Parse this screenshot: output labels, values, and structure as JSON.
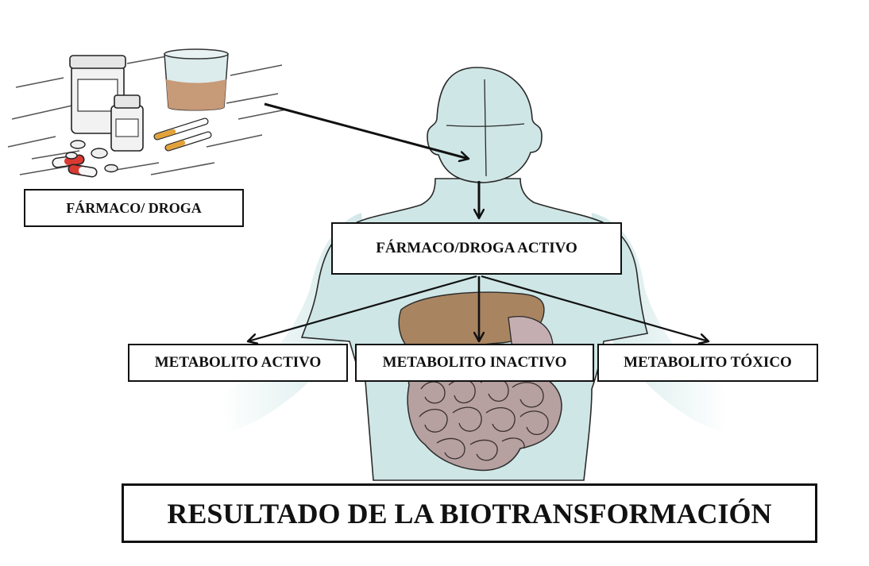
{
  "labels": {
    "drug": "FÁRMACO/ DROGA",
    "active_drug": "FÁRMACO/DROGA ACTIVO",
    "metabolite_active": "METABOLITO ACTIVO",
    "metabolite_inactive": "METABOLITO INACTIVO",
    "metabolite_toxic": "METABOLITO TÓXICO",
    "result": "RESULTADO DE LA BIOTRANSFORMACIÓN"
  },
  "colors": {
    "body": "#cfe6e6",
    "liver": "#a88461",
    "intestine": "#b6a0a0",
    "stomach": "#c5aeb1",
    "outline": "#222222",
    "box_border": "#111111"
  },
  "icons": [
    "pill-jar-icon",
    "medicine-bottle-icon",
    "liquid-glass-icon",
    "capsule-icon",
    "tablet-icon",
    "cigarette-icon"
  ]
}
